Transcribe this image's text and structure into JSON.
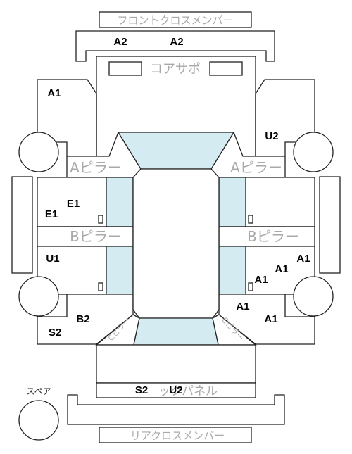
{
  "parts": {
    "front_cross_member": "フロントクロスメンバー",
    "core_support": "コアサポ",
    "a_pillar_left": "Aピラー",
    "a_pillar_right": "Aピラー",
    "b_pillar_left": "Bピラー",
    "b_pillar_right": "Bピラー",
    "c_pillar_left": "Cピラー",
    "c_pillar_right": "Cピラー",
    "back_panel": "ックパネル",
    "rear_cross_member": "リアクロスメンバー",
    "spare": "スペア"
  },
  "codes": {
    "front_a2_left": "A2",
    "front_a2_right": "A2",
    "front_left_a1": "A1",
    "front_right_u2": "U2",
    "left_e1_upper": "E1",
    "left_e1_lower": "E1",
    "left_u1": "U1",
    "right_a1_1": "A1",
    "right_a1_2": "A1",
    "right_a1_3": "A1",
    "rear_left_b2": "B2",
    "rear_left_s2": "S2",
    "rear_right_a1_1": "A1",
    "rear_right_a1_2": "A1",
    "back_panel_s2": "S2",
    "back_panel_u2": "U2"
  },
  "colors": {
    "glass": "#d4ebf2",
    "outline": "#222222",
    "faded_label": "#a9a9a9"
  }
}
